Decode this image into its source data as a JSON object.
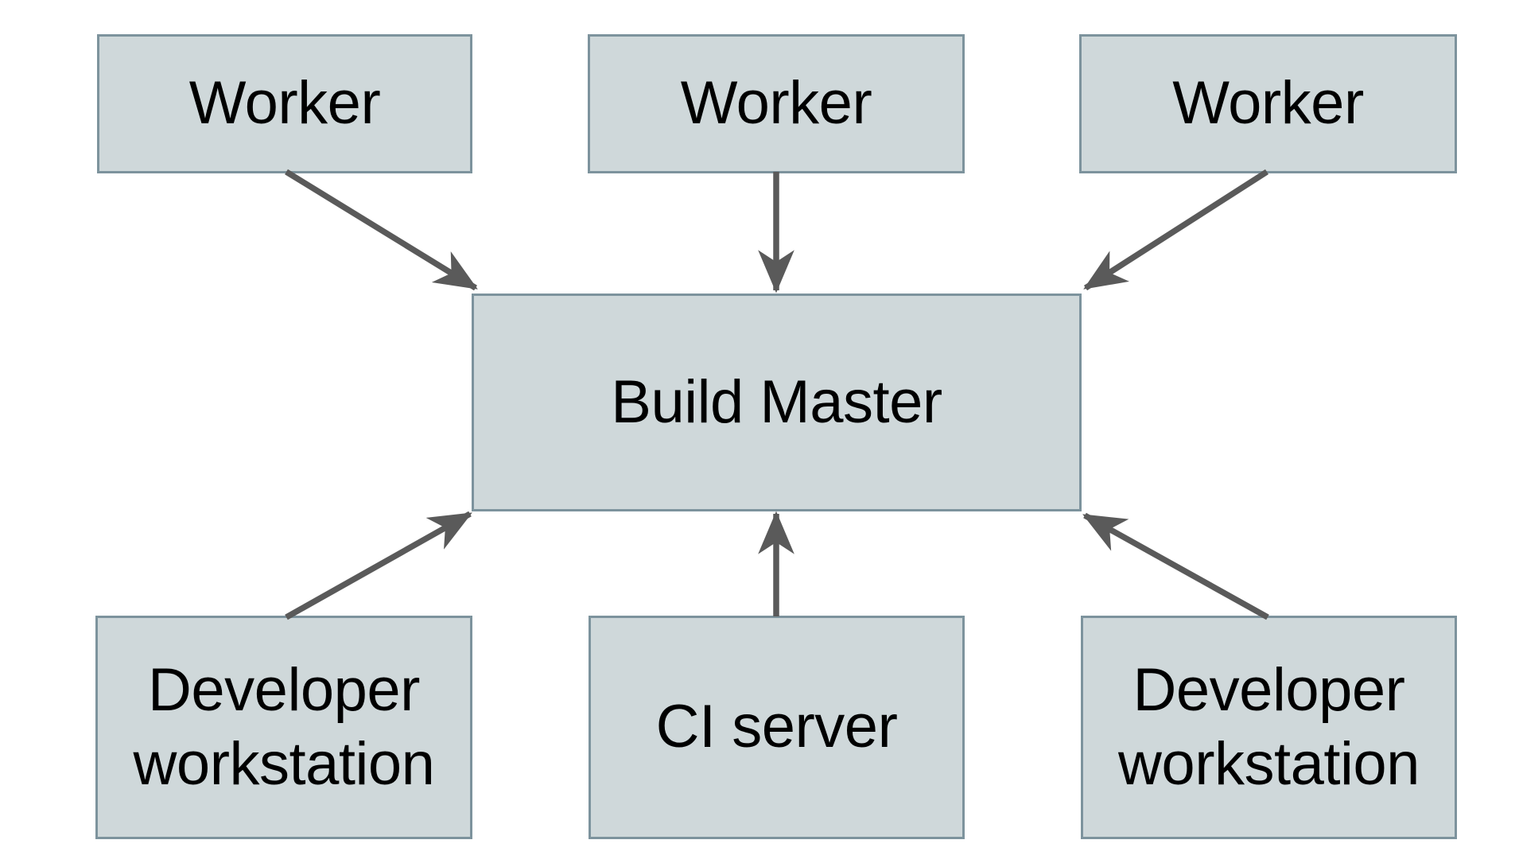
{
  "diagram": {
    "description": "Distributed build system diagram: three Workers send to a central Build Master; two Developer workstations and a CI server send builds up to the Build Master.",
    "nodes": [
      {
        "id": "worker-1",
        "label": "Worker"
      },
      {
        "id": "worker-2",
        "label": "Worker"
      },
      {
        "id": "worker-3",
        "label": "Worker"
      },
      {
        "id": "build-master",
        "label": "Build Master"
      },
      {
        "id": "developer-workstation-1",
        "label": "Developer workstation"
      },
      {
        "id": "ci-server",
        "label": "CI server"
      },
      {
        "id": "developer-workstation-2",
        "label": "Developer workstation"
      }
    ],
    "edges": [
      {
        "from": "worker-1",
        "to": "build-master",
        "direction": "down-right"
      },
      {
        "from": "worker-2",
        "to": "build-master",
        "direction": "down"
      },
      {
        "from": "worker-3",
        "to": "build-master",
        "direction": "down-left"
      },
      {
        "from": "developer-workstation-1",
        "to": "build-master",
        "direction": "up-right"
      },
      {
        "from": "ci-server",
        "to": "build-master",
        "direction": "up"
      },
      {
        "from": "developer-workstation-2",
        "to": "build-master",
        "direction": "up-left"
      }
    ],
    "colors": {
      "node_fill": "#cfd8da",
      "node_border": "#7d939d",
      "arrow": "#5a5a5a",
      "text": "#000000",
      "background": "#ffffff"
    }
  }
}
